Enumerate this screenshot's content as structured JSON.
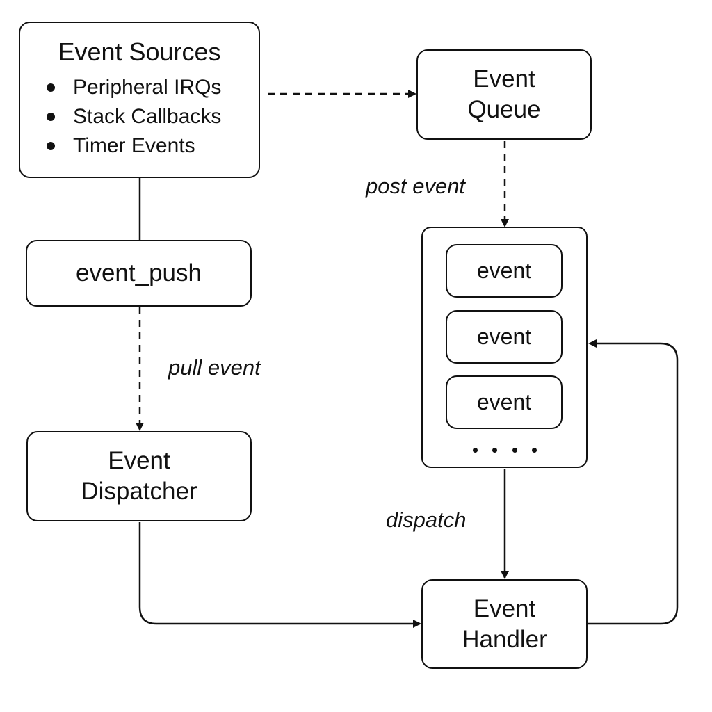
{
  "nodes": {
    "event_sources": {
      "title": "Event Sources",
      "bullets": [
        "Peripheral IRQs",
        "Stack Callbacks",
        "Timer Events"
      ]
    },
    "event_queue": {
      "line1": "Event",
      "line2": "Queue"
    },
    "event_push": {
      "label": "event_push"
    },
    "event_dispatcher": {
      "line1": "Event",
      "line2": "Dispatcher"
    },
    "event_handler": {
      "line1": "Event",
      "line2": "Handler"
    },
    "queue_buffer": {
      "slots": [
        "event",
        "event",
        "event"
      ],
      "ellipsis": "...."
    }
  },
  "edges": {
    "sources_to_queue": {
      "style": "dashed",
      "label": ""
    },
    "queue_label_to_buffer": {
      "style": "dashed",
      "label": "post event"
    },
    "sources_to_push": {
      "style": "solid",
      "label": ""
    },
    "push_to_dispatcher": {
      "style": "dashed",
      "label": "pull event"
    },
    "buffer_to_handler": {
      "style": "solid",
      "label": "dispatch"
    },
    "dispatcher_to_handler": {
      "style": "solid",
      "label": ""
    },
    "handler_to_buffer": {
      "style": "solid",
      "label": ""
    }
  },
  "colors": {
    "stroke": "#111111",
    "background": "#ffffff"
  }
}
